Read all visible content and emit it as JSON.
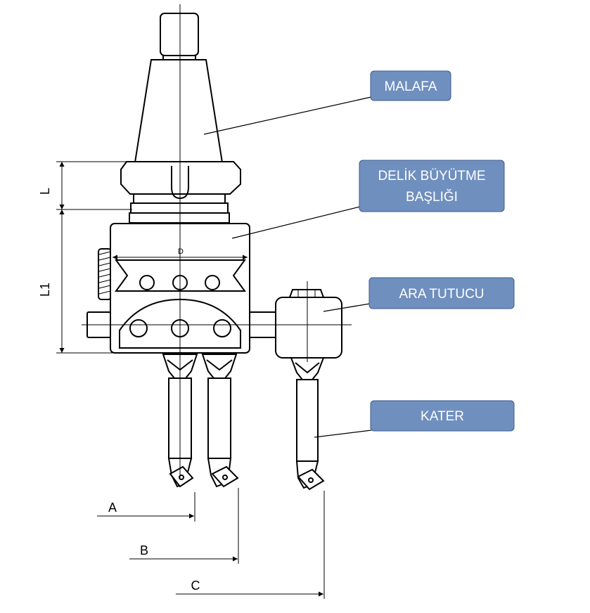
{
  "callouts": {
    "malafa": "MALAFA",
    "delik_line1": "DELİK BÜYÜTME",
    "delik_line2": "BAŞLIĞI",
    "ara_tutucu": "ARA TUTUCU",
    "kater": "KATER"
  },
  "dimensions": {
    "L": "L",
    "L1": "L1",
    "D": "D",
    "A": "A",
    "B": "B",
    "C": "C"
  },
  "colors": {
    "callout_fill": "#6f8fbf",
    "callout_stroke": "#3c5b8c",
    "callout_text": "#ffffff"
  }
}
